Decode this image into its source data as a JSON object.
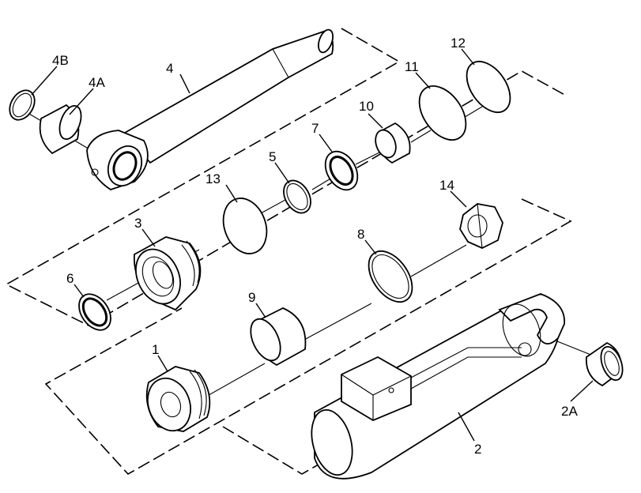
{
  "diagram": {
    "callouts": {
      "p1": "1",
      "p2": "2",
      "p2a": "2A",
      "p3": "3",
      "p4": "4",
      "p4a": "4A",
      "p4b": "4B",
      "p5": "5",
      "p6": "6",
      "p7": "7",
      "p8": "8",
      "p9": "9",
      "p10": "10",
      "p11": "11",
      "p12": "12",
      "p13": "13",
      "p14": "14"
    }
  }
}
